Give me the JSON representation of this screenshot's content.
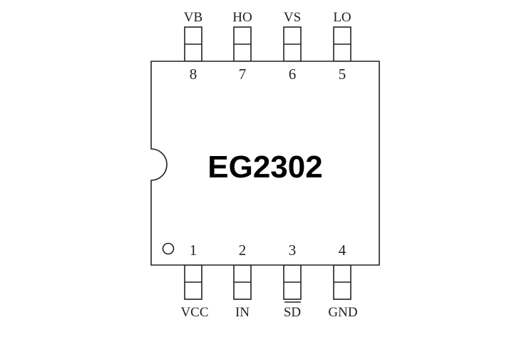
{
  "chip": {
    "name": "EG2302"
  },
  "pins_top": [
    {
      "number": "8",
      "label": "VB"
    },
    {
      "number": "7",
      "label": "HO"
    },
    {
      "number": "6",
      "label": "VS"
    },
    {
      "number": "5",
      "label": "LO"
    }
  ],
  "pins_bottom": [
    {
      "number": "1",
      "label": "VCC",
      "overline": false
    },
    {
      "number": "2",
      "label": "IN",
      "overline": false
    },
    {
      "number": "3",
      "label": "SD",
      "overline": true
    },
    {
      "number": "4",
      "label": "GND",
      "overline": false
    }
  ]
}
